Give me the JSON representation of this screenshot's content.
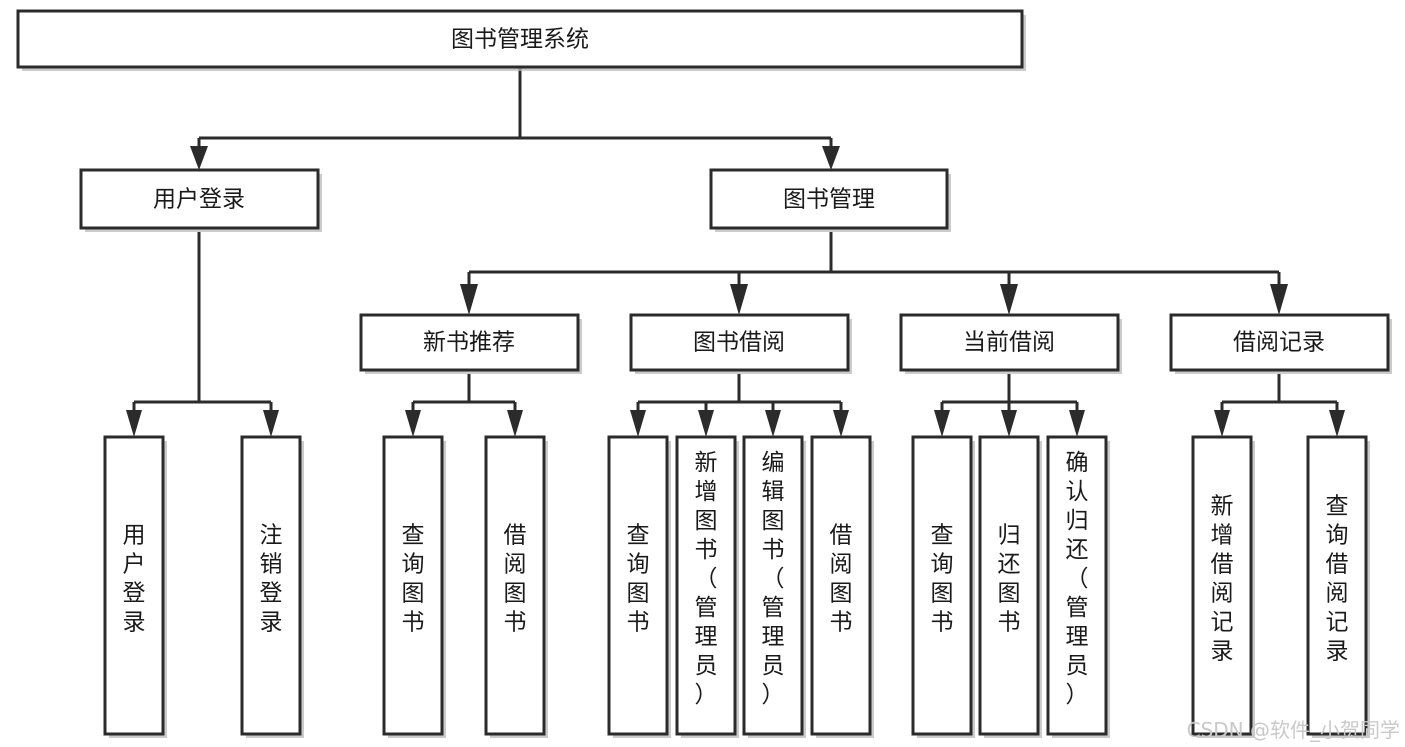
{
  "diagram": {
    "type": "tree-hierarchy",
    "orientation": "top-down",
    "title": "图书管理系统",
    "colors": {
      "box_fill": "#ffffff",
      "box_stroke": "#2b2b2b",
      "connector": "#2b2b2b",
      "text": "#1a1a1a",
      "watermark": "#c9c9c9",
      "background": "#ffffff"
    },
    "root": {
      "label": "图书管理系统"
    },
    "level2": [
      {
        "label": "用户登录"
      },
      {
        "label": "图书管理"
      }
    ],
    "level3": [
      {
        "label": "新书推荐"
      },
      {
        "label": "图书借阅"
      },
      {
        "label": "当前借阅"
      },
      {
        "label": "借阅记录"
      }
    ],
    "leaves": {
      "user_login": [
        {
          "label": "用户登录"
        },
        {
          "label": "注销登录"
        }
      ],
      "new_book_recommend": [
        {
          "label": "查询图书"
        },
        {
          "label": "借阅图书"
        }
      ],
      "book_borrow": [
        {
          "label": "查询图书"
        },
        {
          "label": "新增图书（管理员）"
        },
        {
          "label": "编辑图书（管理员）"
        },
        {
          "label": "借阅图书"
        }
      ],
      "current_borrow": [
        {
          "label": "查询图书"
        },
        {
          "label": "归还图书"
        },
        {
          "label": "确认归还（管理员）"
        }
      ],
      "borrow_record": [
        {
          "label": "新增借阅记录"
        },
        {
          "label": "查询借阅记录"
        }
      ]
    },
    "watermark": "CSDN @软件_小贺同学"
  }
}
